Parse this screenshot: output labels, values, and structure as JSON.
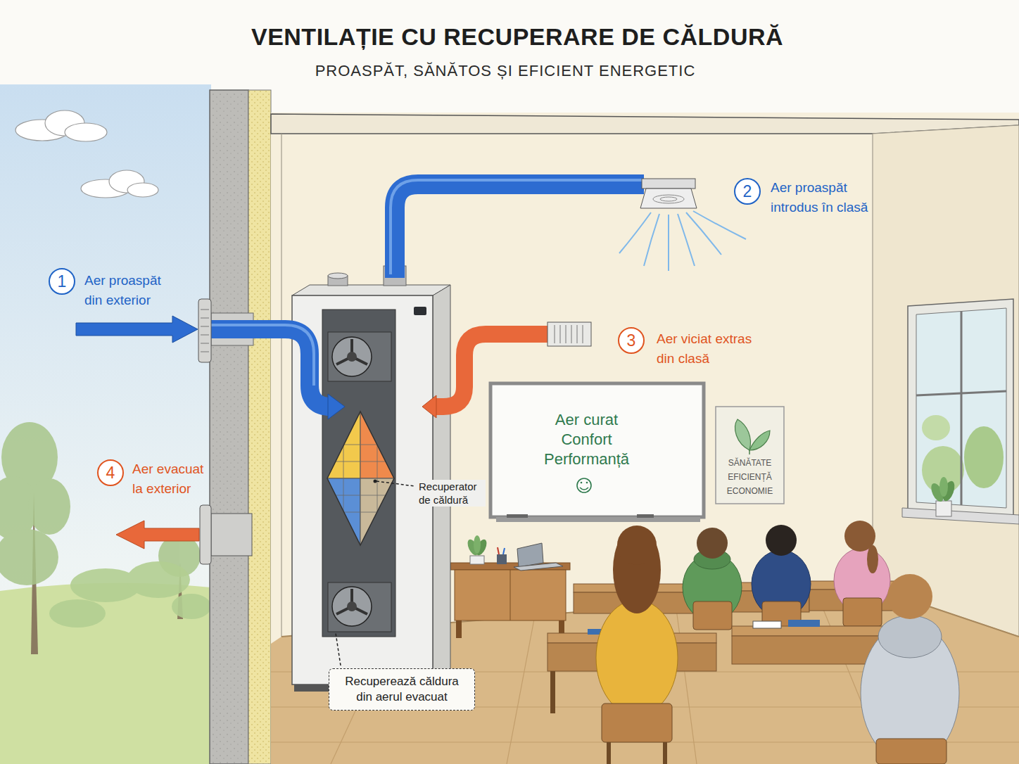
{
  "diagram": {
    "title": "VENTILAȚIE CU RECUPERARE DE CĂLDURĂ",
    "nodes": [
      {
        "text": [
          "1"
        ]
      },
      {
        "text": [
          "2"
        ]
      },
      {
        "text": [
          "3"
        ]
      },
      {
        "text": [
          "4"
        ]
      },
      {
        "text": [
          "Aer curat",
          "Confort",
          "Performanță"
        ]
      },
      {
        "text": [
          "SĂNĂTATE",
          "EFICIENȚĂ",
          "ECONOMIE"
        ]
      },
      {
        "text": [
          "Recuperează căldura din aerul evacuat"
        ]
      }
    ],
    "labels": [
      "PROASPĂT, SĂNĂTOS ȘI EFICIENT ENERGETIC",
      "Aer proaspăt din exterior",
      "Aer proaspăt introdus în clasă",
      "Aer viciat extras din clasă",
      "Aer evacuat la exterior",
      "Recuperator de căldură"
    ]
  }
}
